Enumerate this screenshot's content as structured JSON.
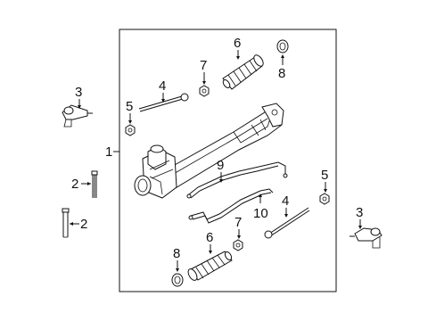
{
  "diagram": {
    "callouts": [
      {
        "id": "c1",
        "text": "1"
      },
      {
        "id": "c2a",
        "text": "2"
      },
      {
        "id": "c2b",
        "text": "2"
      },
      {
        "id": "c3a",
        "text": "3"
      },
      {
        "id": "c3b",
        "text": "3"
      },
      {
        "id": "c4a",
        "text": "4"
      },
      {
        "id": "c4b",
        "text": "4"
      },
      {
        "id": "c5a",
        "text": "5"
      },
      {
        "id": "c5b",
        "text": "5"
      },
      {
        "id": "c6a",
        "text": "6"
      },
      {
        "id": "c6b",
        "text": "6"
      },
      {
        "id": "c7a",
        "text": "7"
      },
      {
        "id": "c7b",
        "text": "7"
      },
      {
        "id": "c8a",
        "text": "8"
      },
      {
        "id": "c8b",
        "text": "8"
      },
      {
        "id": "c9",
        "text": "9"
      },
      {
        "id": "c10",
        "text": "10"
      }
    ]
  }
}
